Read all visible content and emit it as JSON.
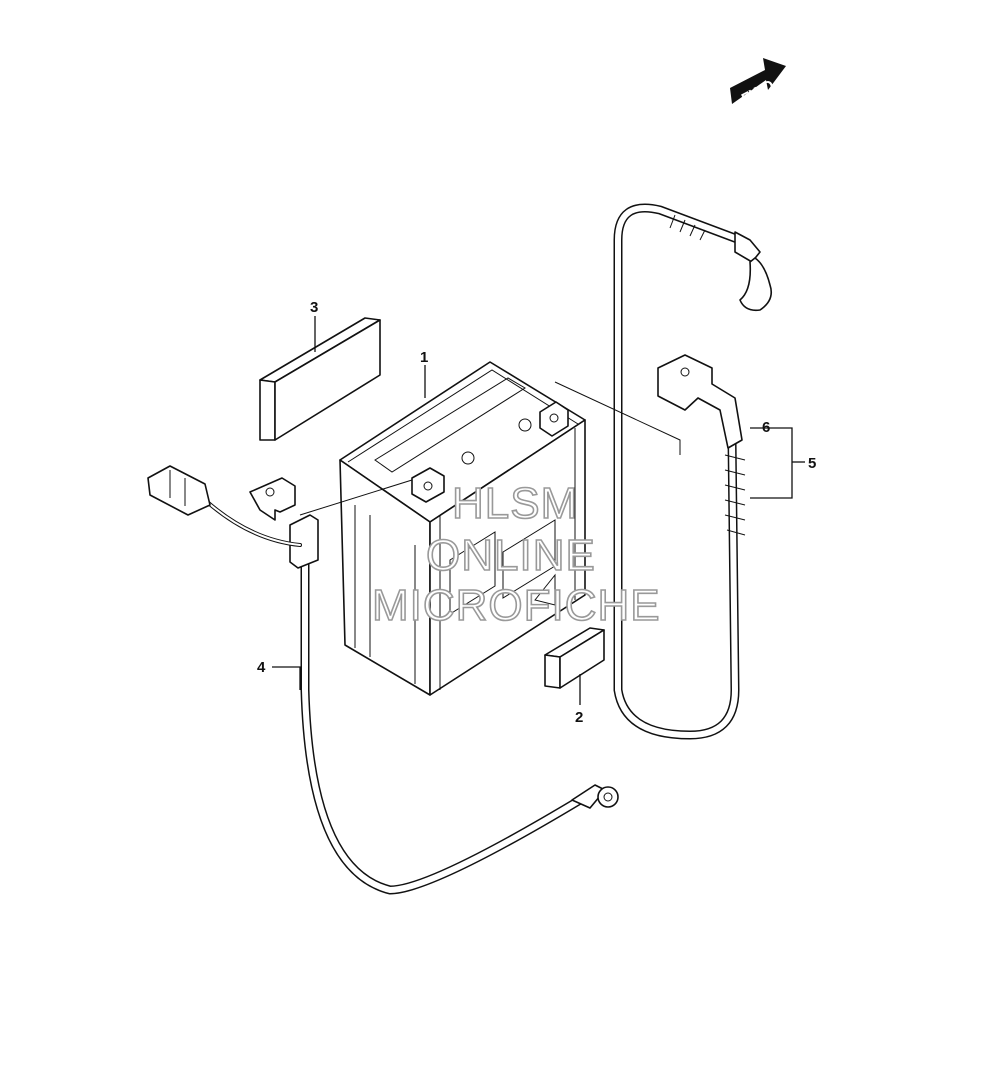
{
  "fwd_label": "FWD",
  "callouts": {
    "p1": "1",
    "p2": "2",
    "p3": "3",
    "p4": "4",
    "p5": "5",
    "p6": "6"
  },
  "watermark": {
    "line1": "HLSM",
    "line2": "ONLINE",
    "line3": "MICROFICHE"
  }
}
